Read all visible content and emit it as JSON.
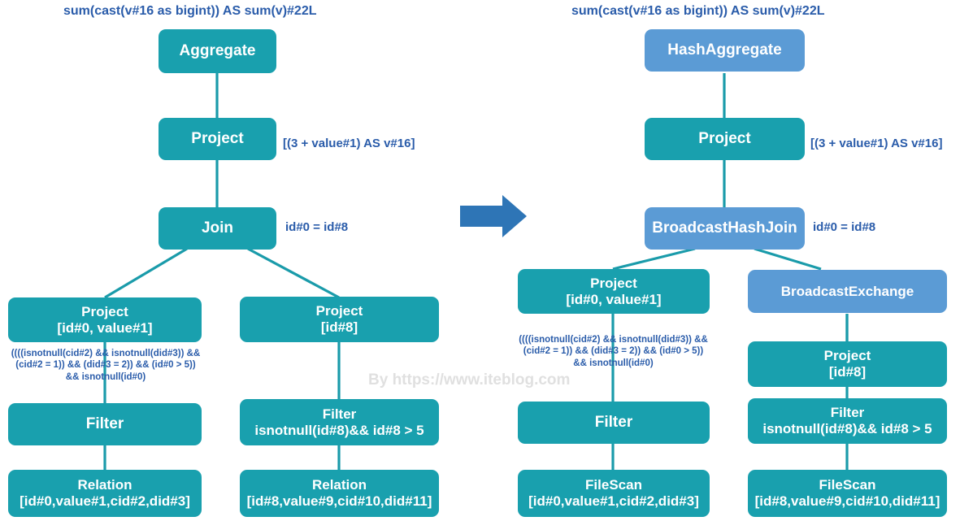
{
  "colors": {
    "teal": "#19A0AE",
    "blue": "#5B9BD5",
    "arrow": "#2E75B6",
    "text_note": "#2A5CAA",
    "watermark": "#E0E0E0",
    "wire": "#1A9BAA"
  },
  "watermark": {
    "text": "By https://www.iteblog.com"
  },
  "arrow": {
    "name": "transform-arrow",
    "direction": "right"
  },
  "left_plan": {
    "title": "sum(cast(v#16 as bigint)) AS sum(v)#22L",
    "nodes": {
      "aggregate": {
        "line1": "Aggregate",
        "line2": ""
      },
      "project_top": {
        "line1": "Project",
        "line2": ""
      },
      "join": {
        "line1": "Join",
        "line2": ""
      },
      "project_left": {
        "line1": "Project",
        "line2": "[id#0, value#1]"
      },
      "project_right": {
        "line1": "Project",
        "line2": "[id#8]"
      },
      "filter_left": {
        "line1": "Filter",
        "line2": ""
      },
      "filter_right": {
        "line1": "Filter",
        "line2": "isnotnull(id#8)&& id#8 > 5"
      },
      "relation_left": {
        "line1": "Relation",
        "line2": "[id#0,value#1,cid#2,did#3]"
      },
      "relation_right": {
        "line1": "Relation",
        "line2": "[id#8,value#9,cid#10,did#11]"
      }
    },
    "annotations": {
      "project_expr": "[(3 + value#1) AS v#16]",
      "join_cond": "id#0 = id#8",
      "filter_cond_l1": "((((isnotnull(cid#2) && isnotnull(did#3)) &&",
      "filter_cond_l2": "(cid#2 = 1)) && (did#3 = 2)) && (id#0 > 5))",
      "filter_cond_l3": "&& isnotnull(id#0)"
    }
  },
  "right_plan": {
    "title": "sum(cast(v#16 as bigint)) AS sum(v)#22L",
    "nodes": {
      "hashaggregate": {
        "line1": "HashAggregate",
        "line2": ""
      },
      "project_top": {
        "line1": "Project",
        "line2": ""
      },
      "broadcasthashjoin": {
        "line1": "BroadcastHashJoin",
        "line2": ""
      },
      "project_left": {
        "line1": "Project",
        "line2": "[id#0, value#1]"
      },
      "broadcastexchange": {
        "line1": "BroadcastExchange",
        "line2": ""
      },
      "project_right": {
        "line1": "Project",
        "line2": "[id#8]"
      },
      "filter_left": {
        "line1": "Filter",
        "line2": ""
      },
      "filter_right": {
        "line1": "Filter",
        "line2": "isnotnull(id#8)&& id#8 > 5"
      },
      "filescan_left": {
        "line1": "FileScan",
        "line2": "[id#0,value#1,cid#2,did#3]"
      },
      "filescan_right": {
        "line1": "FileScan",
        "line2": "[id#8,value#9,cid#10,did#11]"
      }
    },
    "annotations": {
      "project_expr": "[(3 + value#1) AS v#16]",
      "join_cond": "id#0 = id#8",
      "filter_cond_l1": "((((isnotnull(cid#2) && isnotnull(did#3)) &&",
      "filter_cond_l2": "(cid#2 = 1)) && (did#3 = 2)) && (id#0 > 5))",
      "filter_cond_l3": "&& isnotnull(id#0)"
    }
  }
}
